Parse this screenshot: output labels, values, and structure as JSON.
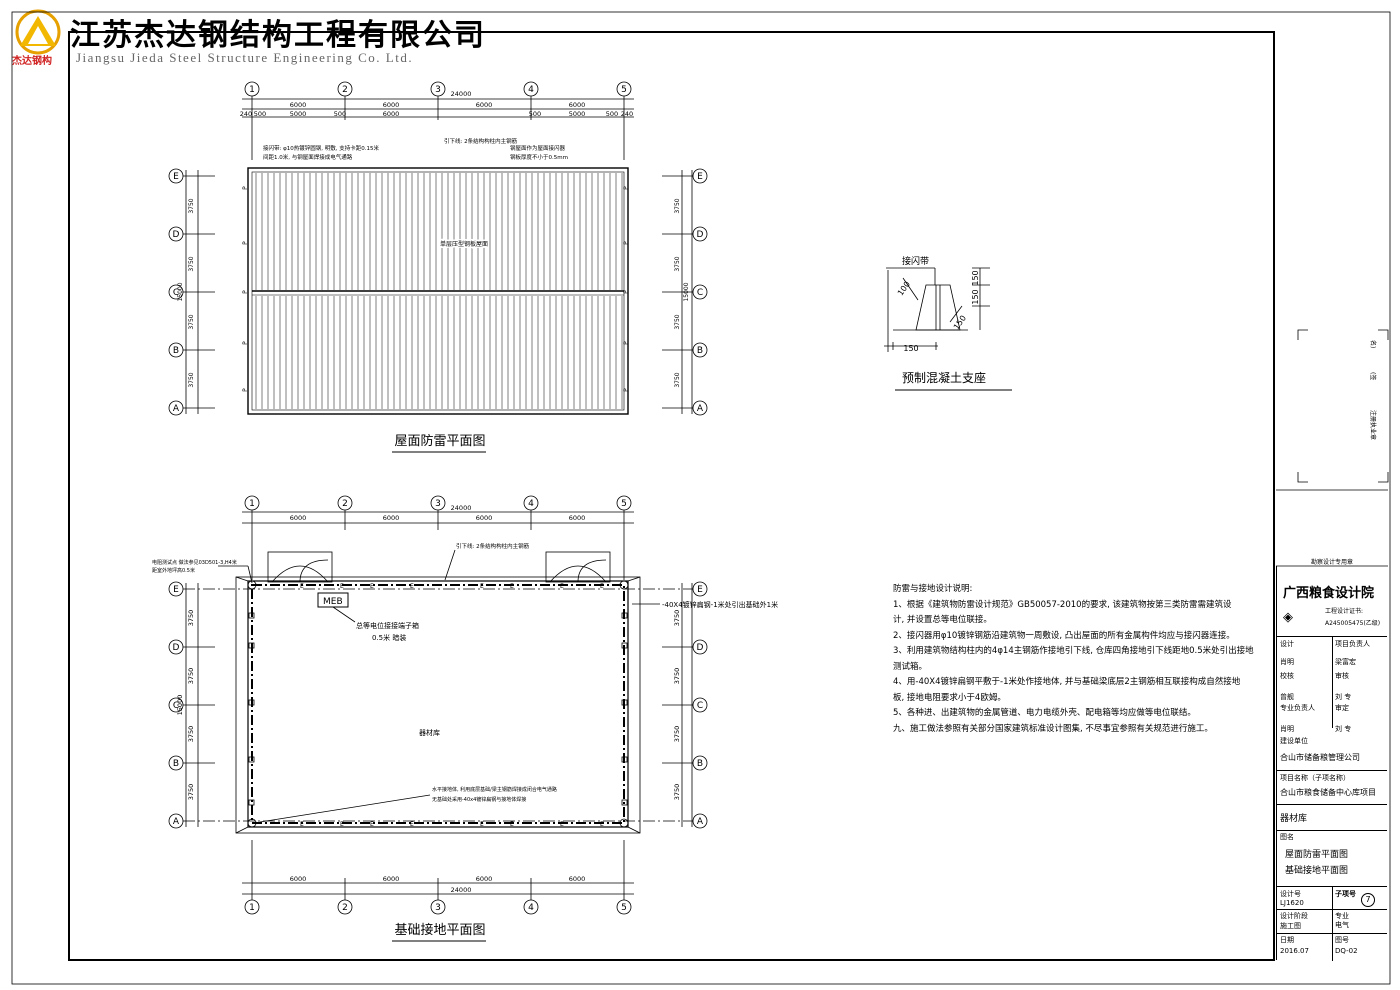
{
  "header": {
    "company_cn": "江苏杰达钢结构工程有限公司",
    "company_en": "Jiangsu Jieda Steel Structure Engineering Co. Ltd.",
    "logo_text": "杰达钢构"
  },
  "roof_plan": {
    "title": "屋面防雷平面图",
    "axes_x": [
      "1",
      "2",
      "3",
      "4",
      "5"
    ],
    "axes_y": [
      "E",
      "D",
      "C",
      "B",
      "A"
    ],
    "total_width": "24000",
    "bay_widths": [
      "6000",
      "6000",
      "6000",
      "6000"
    ],
    "sub_dims": [
      "240",
      "500",
      "5000",
      "500",
      "6000",
      "500",
      "5000",
      "500",
      "240"
    ],
    "bay_heights": [
      "3750",
      "3750",
      "3750",
      "3750"
    ],
    "total_height": "15000",
    "label_center": "单层压型钢板屋面",
    "note_1": "接闪带: φ10热镀锌圆钢, 明敷, 支持卡距0.15米",
    "note_1b": "间距1.0米, 与钢屋面焊接成电气通路",
    "note_2": "引下线: 2条结构构柱内主钢筋",
    "note_3": "钢屋面作为屋面接闪器",
    "note_3b": "钢板厚度不小于0.5mm",
    "marker": "P"
  },
  "support_detail": {
    "title": "预制混凝土支座",
    "label_top": "接闪带",
    "dim_100": "100",
    "dim_150a": "150",
    "dim_150b": "150",
    "dim_150c": "150",
    "dim_150d": "150"
  },
  "foundation_plan": {
    "title": "基础接地平面图",
    "axes_x": [
      "1",
      "2",
      "3",
      "4",
      "5"
    ],
    "axes_y": [
      "E",
      "D",
      "C",
      "B",
      "A"
    ],
    "total_width": "24000",
    "bay_widths": [
      "6000",
      "6000",
      "6000",
      "6000"
    ],
    "bay_heights": [
      "3750",
      "3750",
      "3750",
      "3750"
    ],
    "total_height": "15000",
    "room_label": "器材库",
    "meb": "MEB",
    "meb_note": "总等电位接接端子箱",
    "meb_note_2": "0.5米  暗装",
    "test_note": "电阻测试点 做法参见03D501-3,H4米",
    "test_note_2": "距室外地坪高0.5米",
    "ring_note": "-40X4镀锌扁钢-1米处引出基础外1米",
    "downlead_note": "引下线: 2条结构构柱内主钢筋",
    "horiz_note": "水平接地体, 利用底层基础/梁主钢筋焊接成闭合电气通路",
    "horiz_note_2": "无基础处采用-40x4镀锌扁钢与接地体焊接",
    "marker_e": "E"
  },
  "notes": {
    "title": "防雷与接地设计说明:",
    "items": [
      "1、根据《建筑物防雷设计规范》GB50057-2010的要求, 该建筑物按第三类防雷需建筑设",
      "计, 并设置总等电位联接。",
      "2、接闪器用φ10镀锌钢筋沿建筑物一周敷设, 凸出屋面的所有金属构件均应与接闪器连接。",
      "3、利用建筑物结构柱内的4φ14主钢筋作接地引下线, 仓库四角接地引下线距地0.5米处引出接地",
      "测试箱。",
      "4、用-40X4镀锌扁钢平敷于-1米处作接地体, 并与基础梁底层2主钢筋相互联接构成自然接地",
      "板, 接地电阻要求小于4欧姆。",
      "5、各种进、出建筑物的金属管道、电力电缆外壳、配电箱等均应做等电位联结。",
      "九、施工做法参照有关部分国家建筑标准设计图集, 不尽事宜参照有关规范进行施工。"
    ]
  },
  "stamp": {
    "label": "注册执业章",
    "sign": "(签",
    "name": "名)",
    "seal_label": "勘察设计专用章"
  },
  "title_block": {
    "institute": "广西粮食设计院",
    "cert_label": "工程设计证书:",
    "cert_no": "A245005475(乙级)",
    "design_label": "设计",
    "design_name": "肖明",
    "leader_label": "项目负责人",
    "leader_name": "梁富宏",
    "check_label": "校核",
    "check_name": "曾舰",
    "review_label": "审核",
    "review_name": "刘 专",
    "spec_leader_label": "专业负责人",
    "spec_leader_name": "肖明",
    "approve_label": "审定",
    "approve_name": "刘 专",
    "client_label": "建设单位",
    "client": "合山市储备粮管理公司",
    "project_label": "项目名称（子项名称）",
    "project": "合山市粮食储备中心库项目",
    "subitem": "器材库",
    "drawing_label": "图名",
    "drawing_1": "屋面防雷平面图",
    "drawing_2": "基础接地平面图",
    "design_no_label": "设计号",
    "design_no": "LJ1620",
    "sub_no_label": "子项号",
    "sub_no": "7",
    "stage_label": "设计阶段",
    "stage": "施工图",
    "major_label": "专业",
    "major": "电气",
    "date_label": "日期",
    "date": "2016.07",
    "sheet_label": "图号",
    "sheet": "DQ-02"
  }
}
